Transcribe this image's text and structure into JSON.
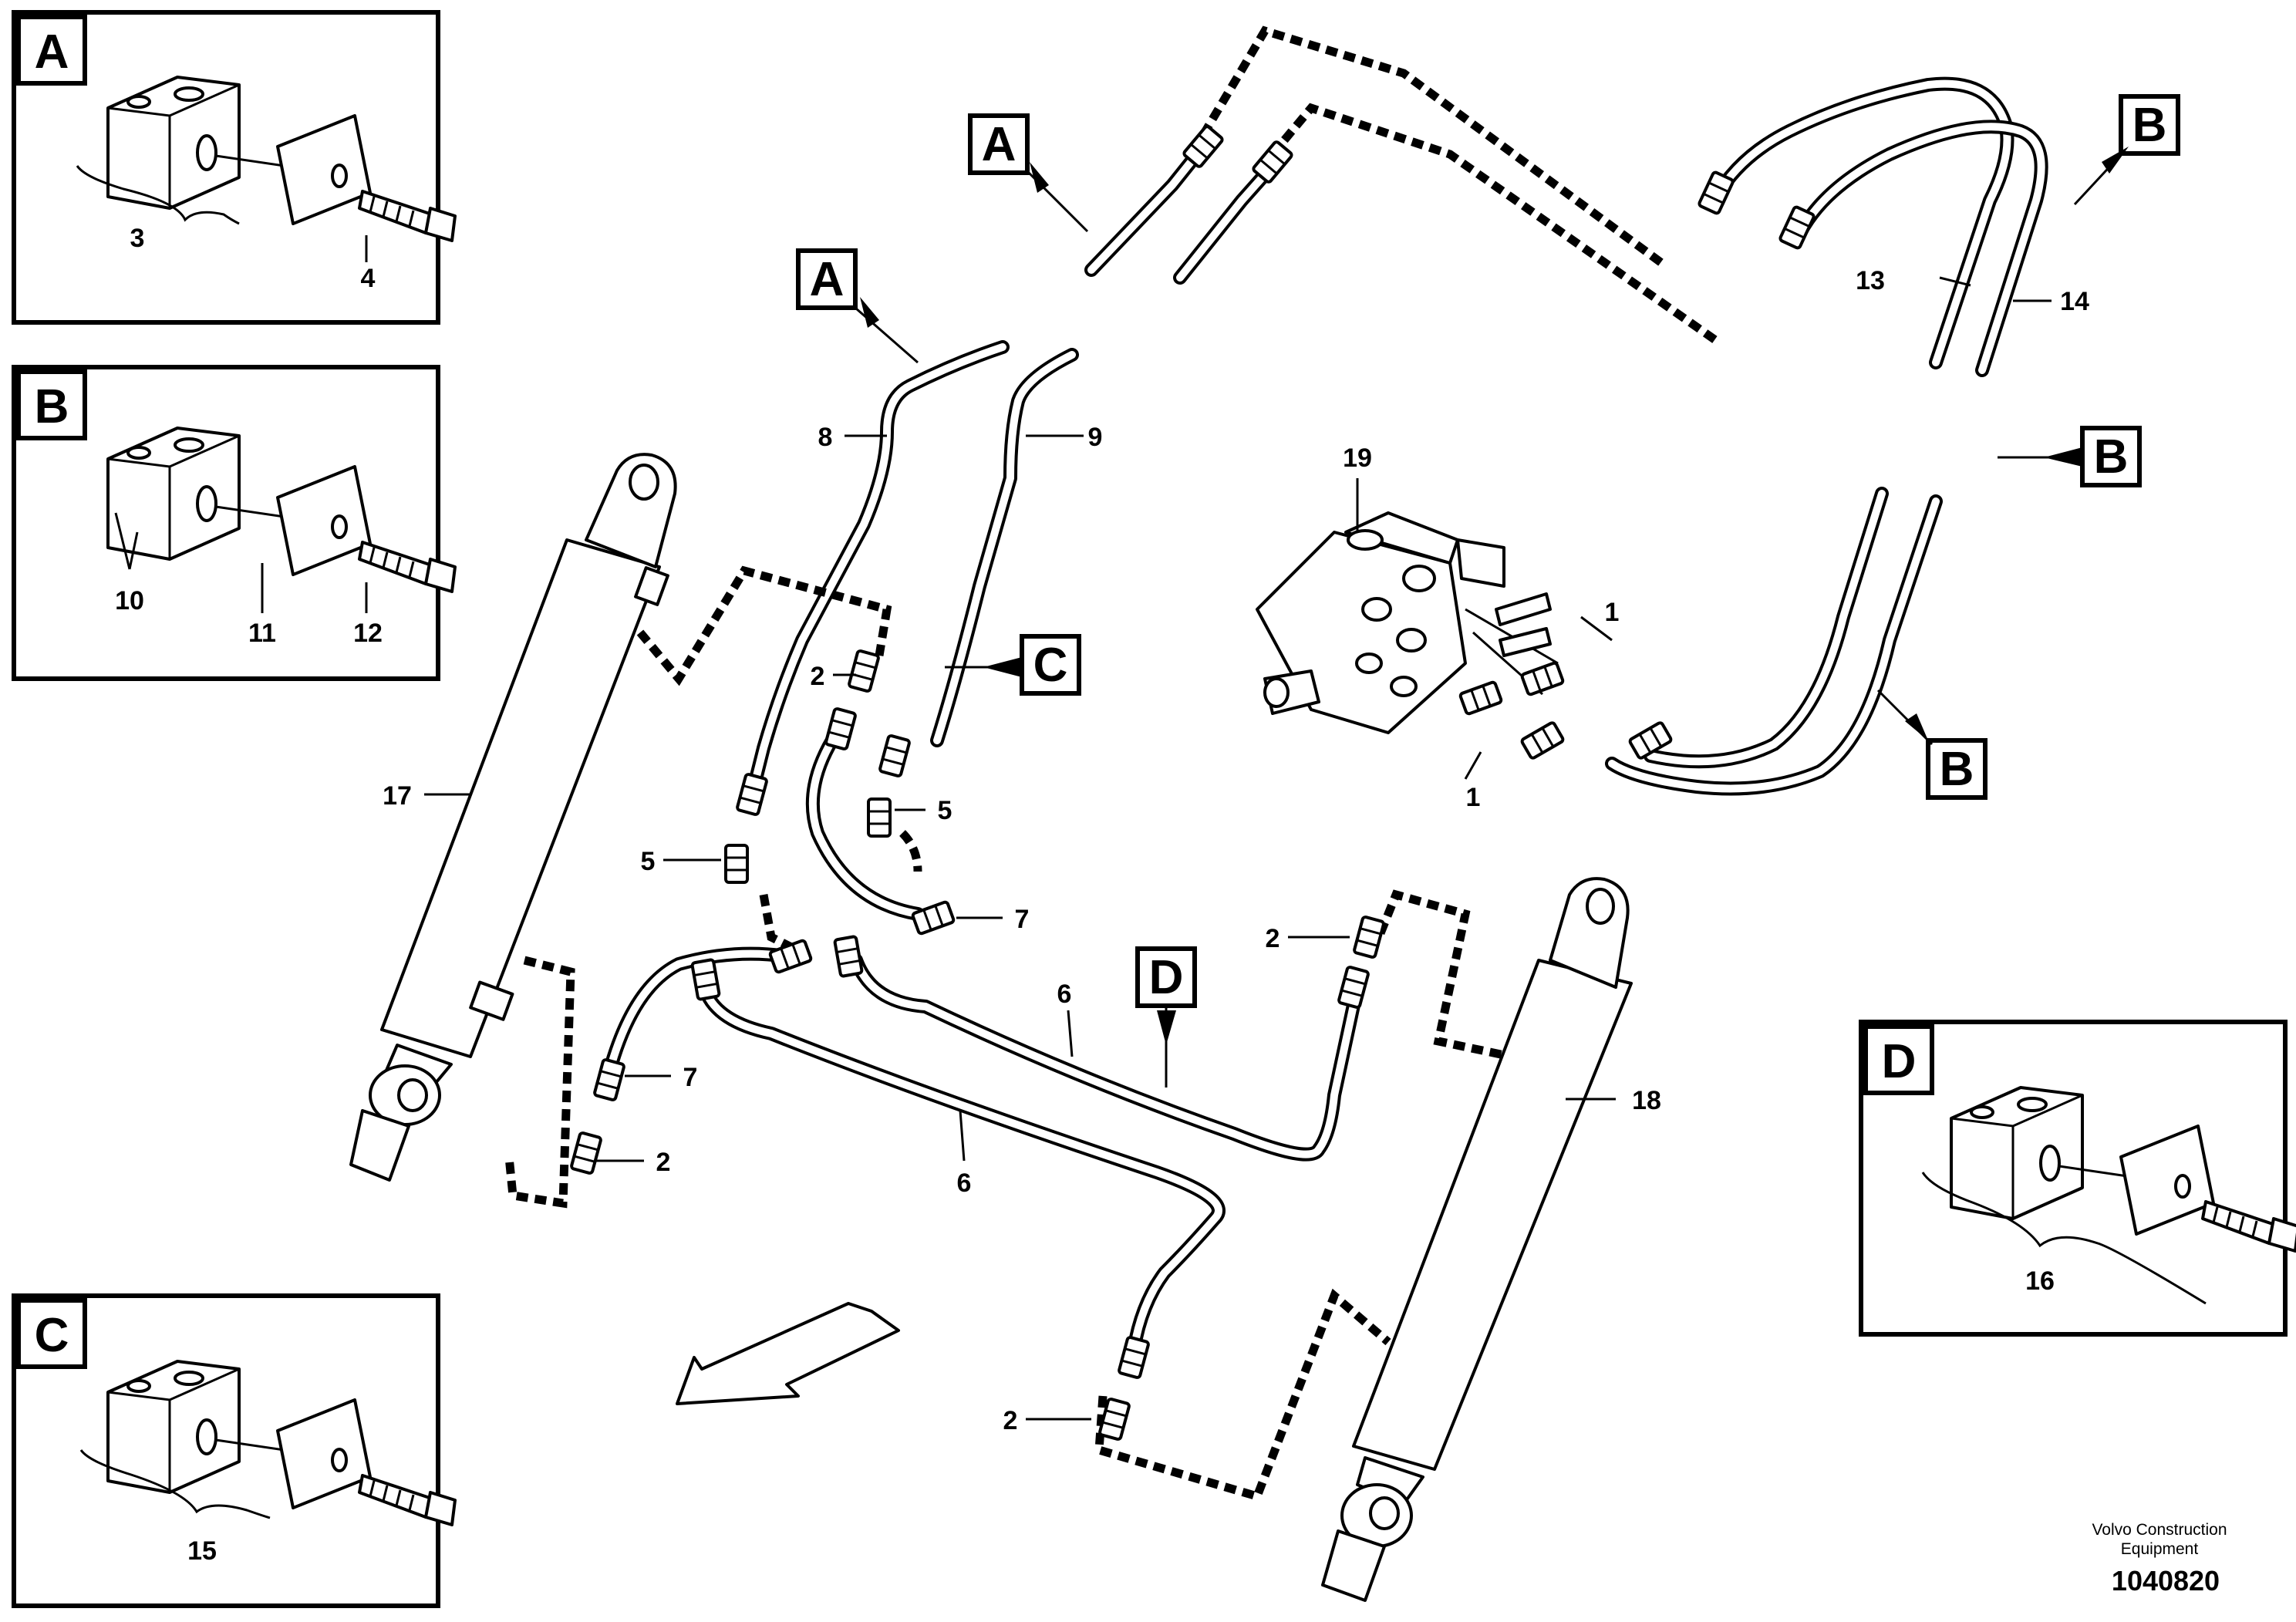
{
  "callouts": {
    "A": "A",
    "B": "B",
    "C": "C",
    "D": "D"
  },
  "part_numbers": {
    "n1": "1",
    "n2": "2",
    "n3": "3",
    "n4": "4",
    "n5": "5",
    "n6": "6",
    "n7": "7",
    "n8": "8",
    "n9": "9",
    "n10": "10",
    "n11": "11",
    "n12": "12",
    "n13": "13",
    "n14": "14",
    "n15": "15",
    "n16": "16",
    "n17": "17",
    "n18": "18",
    "n19": "19"
  },
  "footer": {
    "company_line1": "Volvo Construction",
    "company_line2": "Equipment",
    "drawing_number": "1040820"
  }
}
